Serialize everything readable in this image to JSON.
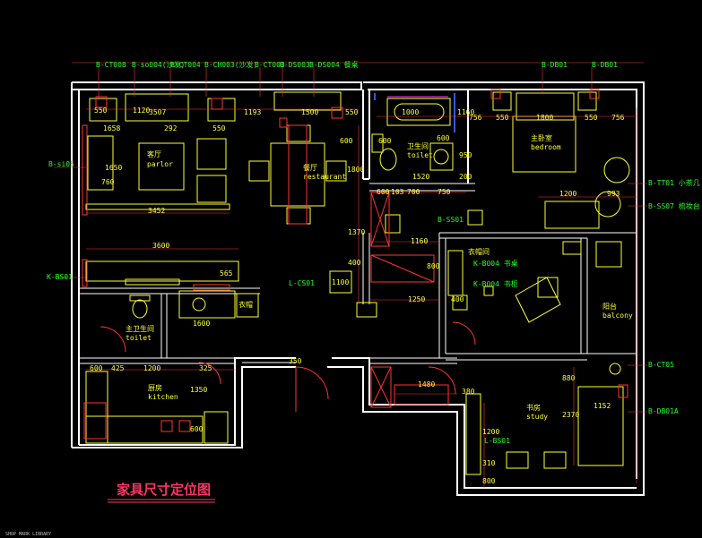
{
  "drawing": {
    "title": "家具尺寸定位图",
    "footer_note": "SHOP MARK LIBRARY",
    "colors": {
      "background": "#000000",
      "walls": "#ffffff",
      "furniture": "#ffff33",
      "dimension_lines": "#ff3333",
      "labels": "#22ff22",
      "title": "#ff3366"
    }
  },
  "rooms": {
    "parlor": {
      "cn": "客厅",
      "en": "parlor"
    },
    "restaurant": {
      "cn": "餐厅",
      "en": "restaurant"
    },
    "toilet": {
      "cn": "卫生间",
      "en": "toilet"
    },
    "bathroom": {
      "cn": "主卫生间",
      "en": "toilet"
    },
    "master": {
      "cn": "主卧室",
      "en": "bedroom"
    },
    "study": {
      "cn": "书房",
      "en": "study"
    },
    "balcony": {
      "cn": "阳台",
      "en": "balcony"
    },
    "kitchen": {
      "cn": "厨房",
      "en": "kitchen"
    },
    "dressing": {
      "cn": "衣帽间",
      "en": ""
    },
    "cloak": {
      "cn": "衣帽",
      "en": ""
    }
  },
  "furniture_codes": {
    "top_left": [
      "B-CT008",
      "B-so004(沙发)",
      "B-CT004",
      "B-CH003(沙发)",
      "B-CT003",
      "B-DS003",
      "B-DS004 餐桌"
    ],
    "top_right": [
      "B-DB01",
      "B-DB01"
    ],
    "right": [
      "B-TT01 小茶几",
      "B-SS07 梳妆台",
      "B-CT05",
      "B-DB01A"
    ],
    "left": [
      "B-si05",
      "K-BS01"
    ],
    "inner": [
      "B-SS01",
      "K-B004 书桌",
      "K-B004 书柜",
      "L-CS01",
      "L-BS01"
    ]
  },
  "dimensions": {
    "top": [
      "550",
      "1120",
      "3507",
      "1193",
      "1500",
      "550",
      "1000",
      "1160",
      "756",
      "550",
      "1800",
      "550",
      "756"
    ],
    "living": [
      "1658",
      "292",
      "550",
      "1650",
      "760",
      "3452",
      "600",
      "1800",
      "3600",
      "565",
      "1370",
      "400",
      "1100"
    ],
    "toilet": [
      "600",
      "1520",
      "600",
      "950",
      "200",
      "600",
      "103",
      "700",
      "750",
      "1160",
      "800",
      "1250",
      "400"
    ],
    "bedroom": [
      "1200",
      "993"
    ],
    "kitchen": [
      "600",
      "425",
      "1200",
      "325",
      "1350",
      "600",
      "1600",
      "350"
    ],
    "study": [
      "1480",
      "380",
      "880",
      "2370",
      "1152",
      "1200",
      "310",
      "800"
    ]
  }
}
